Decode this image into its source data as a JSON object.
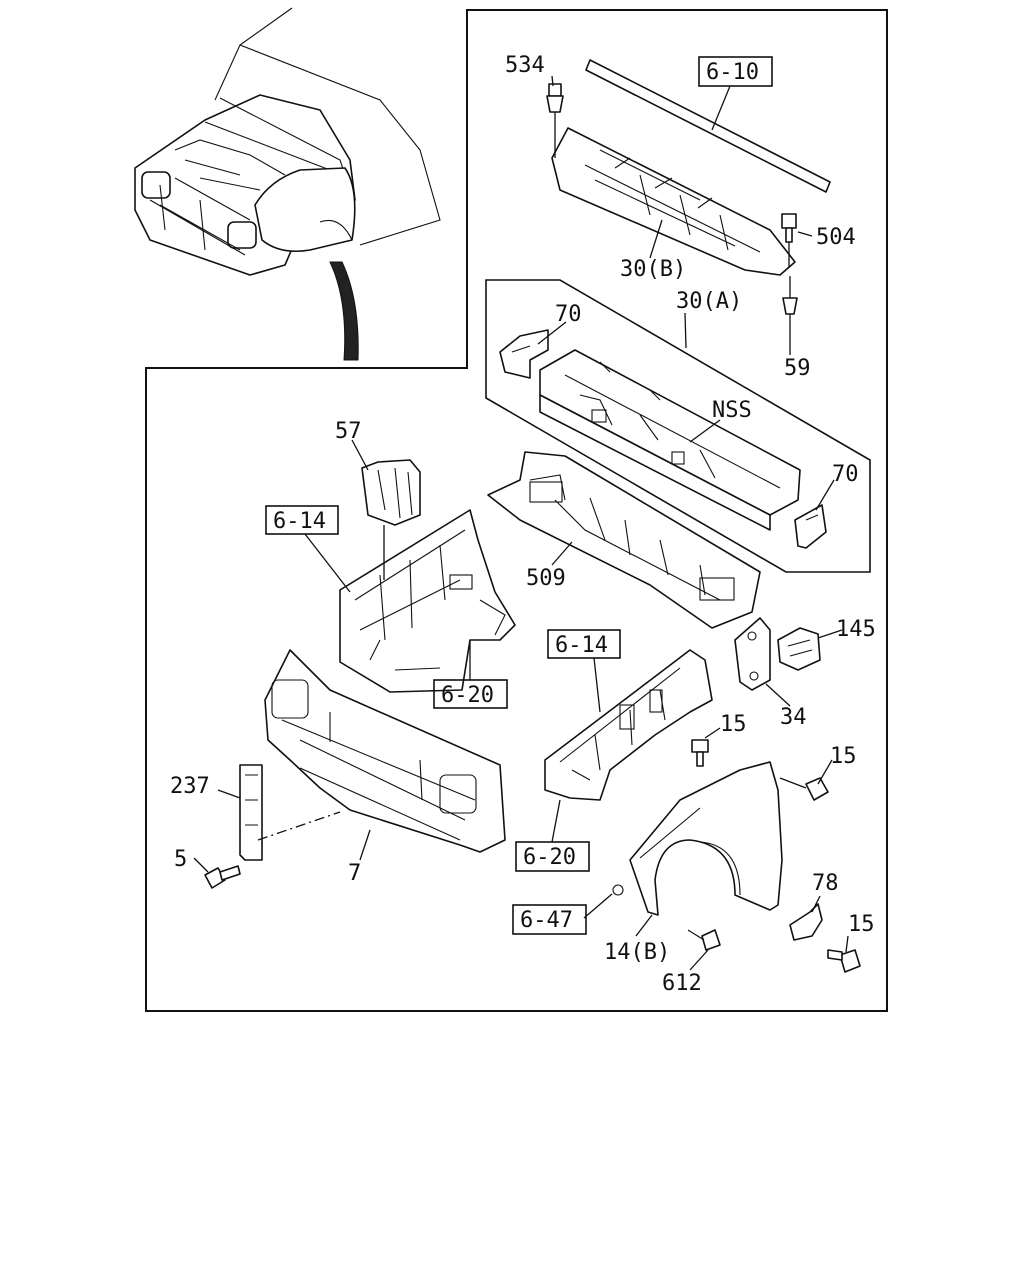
{
  "labels": {
    "p534": "534",
    "p6_10": "6-10",
    "p504": "504",
    "p30b": "30(B)",
    "p30a": "30(A)",
    "p59": "59",
    "p70_top": "70",
    "nss": "NSS",
    "p57": "57",
    "p70_right": "70",
    "p6_14_left": "6-14",
    "p509": "509",
    "p6_14_mid": "6-14",
    "p145": "145",
    "p6_20_left": "6-20",
    "p34": "34",
    "p15_a": "15",
    "p237": "237",
    "p15_b": "15",
    "p5": "5",
    "p7": "7",
    "p6_20_mid": "6-20",
    "p78": "78",
    "p6_47": "6-47",
    "p15_c": "15",
    "p14b": "14(B)",
    "p612": "612"
  }
}
